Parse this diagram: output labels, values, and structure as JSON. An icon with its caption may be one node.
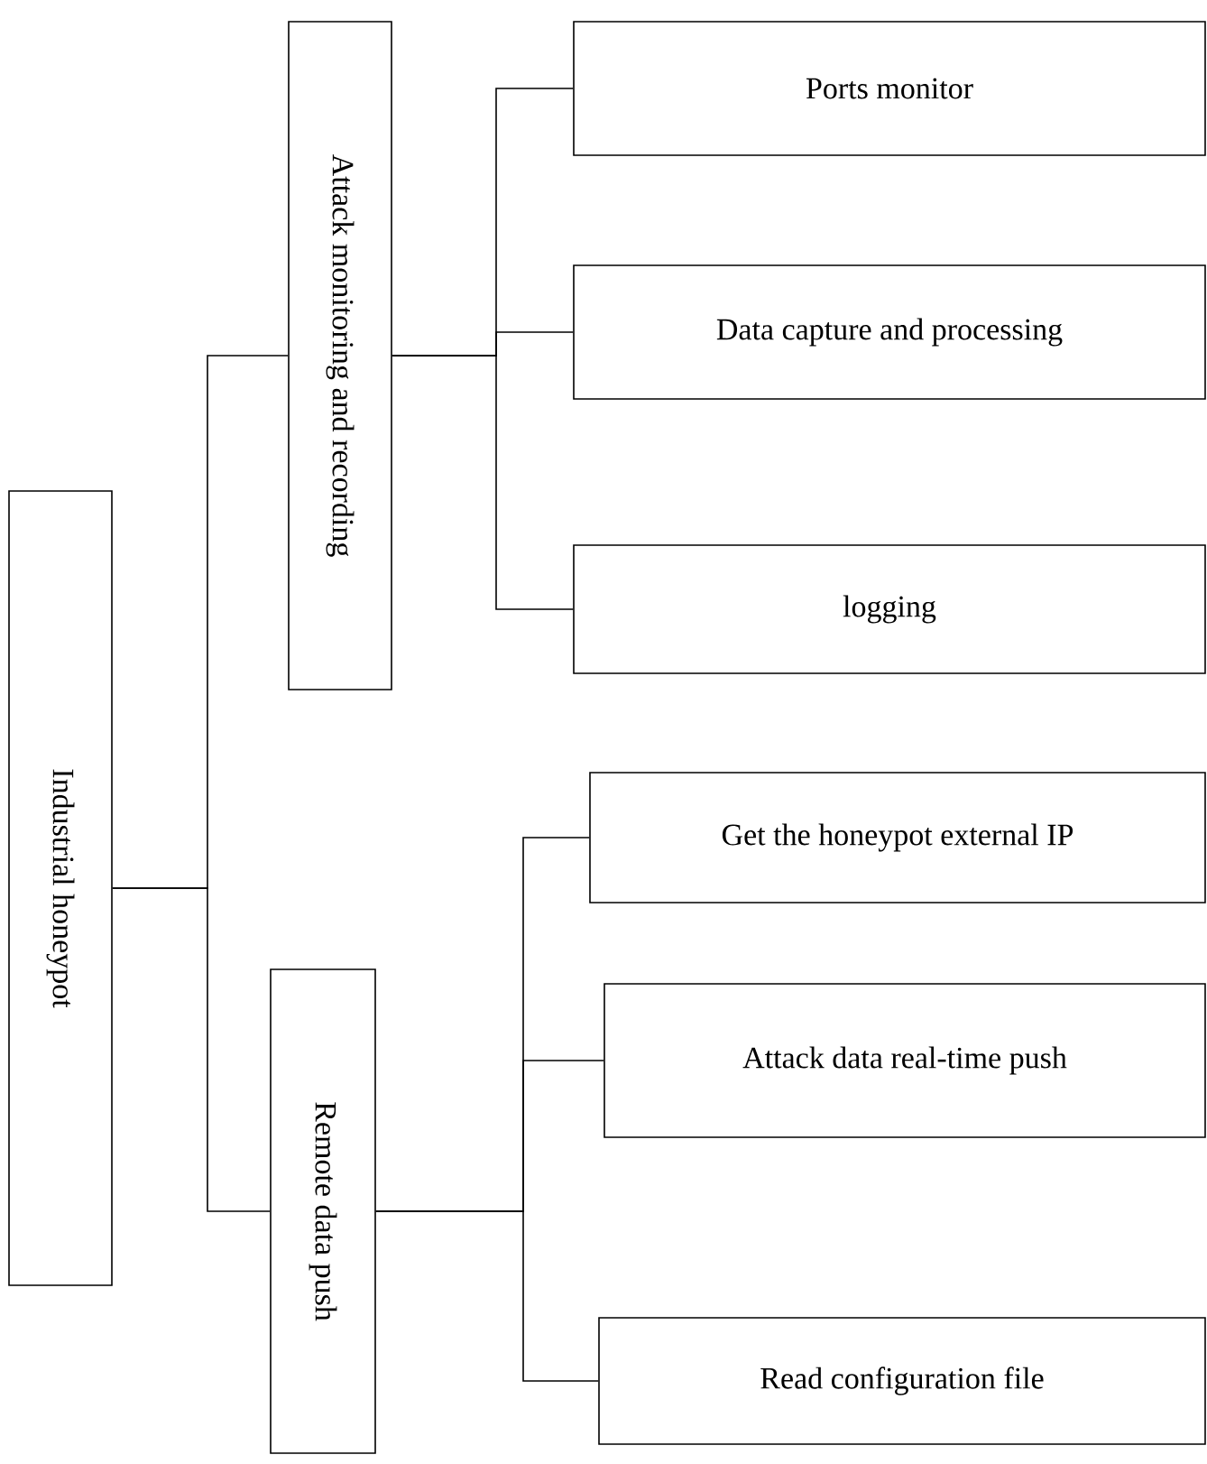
{
  "diagram": {
    "nodes": [
      {
        "text": [
          "Industrial honeypot"
        ]
      },
      {
        "text": [
          "Attack monitoring and recording"
        ]
      },
      {
        "text": [
          "Ports monitor"
        ]
      },
      {
        "text": [
          "Data capture and processing"
        ]
      },
      {
        "text": [
          "logging"
        ]
      },
      {
        "text": [
          "Remote data push"
        ]
      },
      {
        "text": [
          "Get the honeypot external IP"
        ]
      },
      {
        "text": [
          "Attack data real-time push"
        ]
      },
      {
        "text": [
          "Read configuration file"
        ]
      }
    ],
    "edges": [
      {
        "from": 0,
        "to": 1,
        "arrow": "none"
      },
      {
        "from": 0,
        "to": 5,
        "arrow": "none"
      },
      {
        "from": 1,
        "to": 2,
        "arrow": "none"
      },
      {
        "from": 1,
        "to": 3,
        "arrow": "none"
      },
      {
        "from": 1,
        "to": 4,
        "arrow": "none"
      },
      {
        "from": 5,
        "to": 6,
        "arrow": "none"
      },
      {
        "from": 5,
        "to": 7,
        "arrow": "none"
      },
      {
        "from": 5,
        "to": 8,
        "arrow": "none"
      }
    ]
  }
}
